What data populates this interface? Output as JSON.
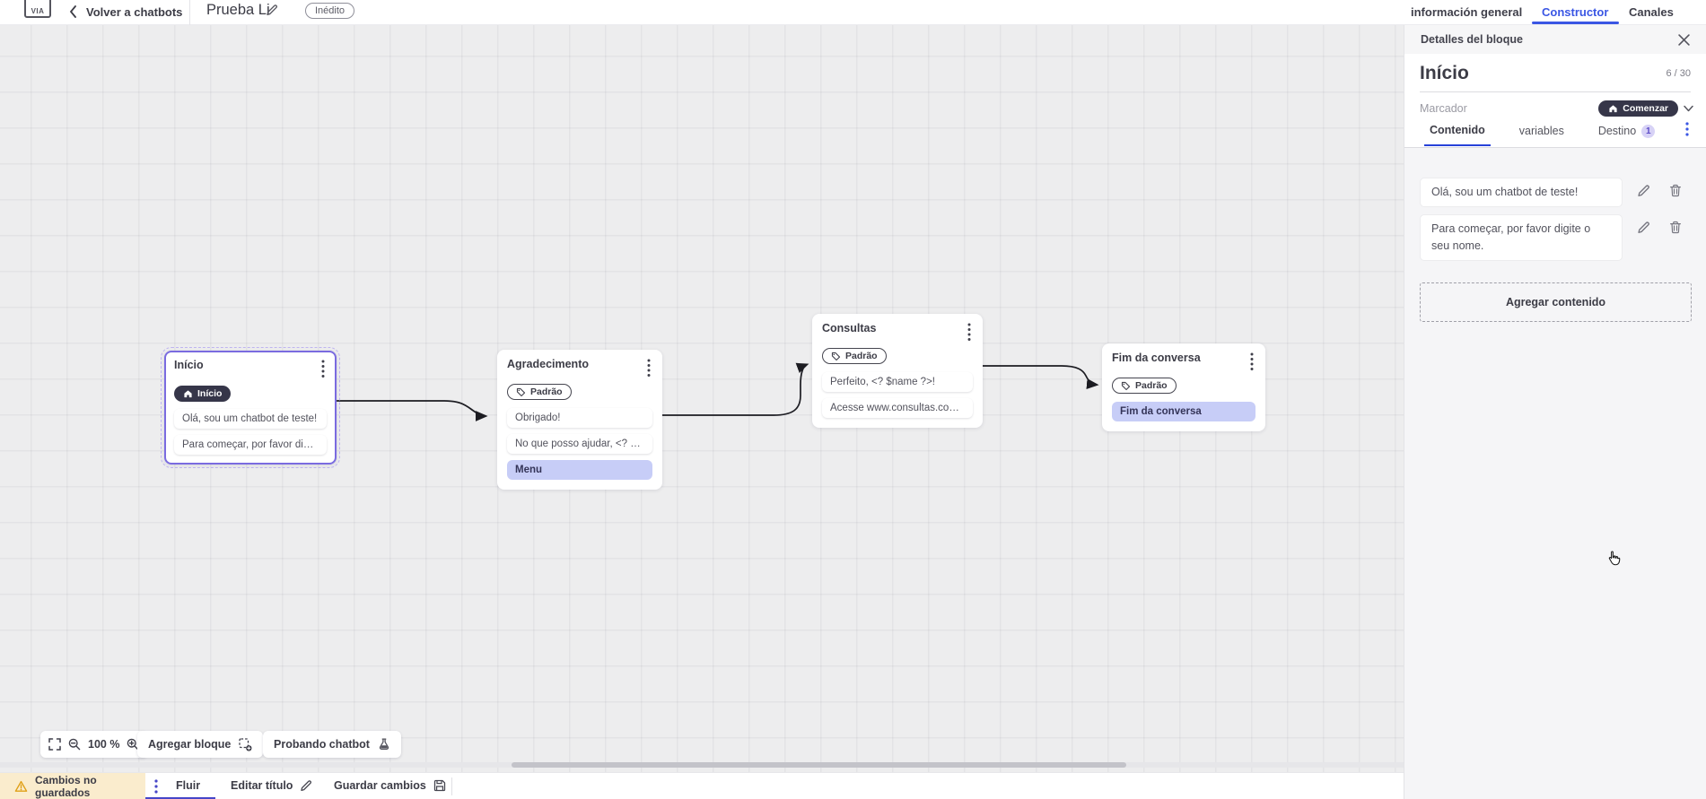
{
  "topbar": {
    "logo_text": "VIA",
    "back_label": "Volver a chatbots",
    "title": "Prueba Li",
    "status_badge": "Inédito",
    "tabs": [
      {
        "label": "información general"
      },
      {
        "label": "Constructor"
      },
      {
        "label": "Canales"
      }
    ]
  },
  "panel": {
    "header_title": "Detalles del bloque",
    "block_name": "Início",
    "char_counter": "6 / 30",
    "marker_label": "Marcador",
    "marker_value": "Comenzar",
    "tabs": [
      {
        "label": "Contenido"
      },
      {
        "label": "variables"
      },
      {
        "label": "Destino",
        "badge": "1"
      }
    ],
    "contents": [
      {
        "text": "Olá, sou um chatbot de teste!"
      },
      {
        "text": "Para começar, por favor digite o seu nome."
      }
    ],
    "add_content_label": "Agregar contenido"
  },
  "canvas": {
    "blocks": [
      {
        "title": "Início",
        "badge": "Início",
        "rows": [
          {
            "text": "Olá, sou um chatbot de teste!"
          },
          {
            "text": "Para começar, por favor digite o ..."
          }
        ]
      },
      {
        "title": "Agradecimento",
        "badge": "Padrão",
        "rows": [
          {
            "text": "Obrigado!"
          },
          {
            "text": "No que posso ajudar, <? $name ..."
          },
          {
            "text": "Menu"
          }
        ]
      },
      {
        "title": "Consultas",
        "badge": "Padrão",
        "rows": [
          {
            "text": "Perfeito, <? $name ?>!"
          },
          {
            "text": "Acesse www.consultas.com par..."
          }
        ]
      },
      {
        "title": "Fim da conversa",
        "badge": "Padrão",
        "rows": [
          {
            "text": "Fim da conversa"
          }
        ]
      }
    ]
  },
  "toolbar": {
    "zoom_level": "100 %",
    "add_block_label": "Agregar bloque",
    "test_chatbot_label": "Probando chatbot"
  },
  "bottombar": {
    "unsaved_label": "Cambios no guardados",
    "flow_tab_label": "Fluir",
    "edit_title_label": "Editar título",
    "save_label": "Guardar cambios"
  },
  "colors": {
    "accent_blue": "#3a56e4",
    "active_tab_underline": "#2742d8",
    "selection_purple": "#7a6be0",
    "dark_pill": "#363649",
    "highlight_row": "#c7cdf7",
    "warning_bg": "#faeccd",
    "warning_icon": "#e0a018",
    "canvas_bg": "#ededee",
    "panel_content_bg": "#f5f5f7"
  }
}
